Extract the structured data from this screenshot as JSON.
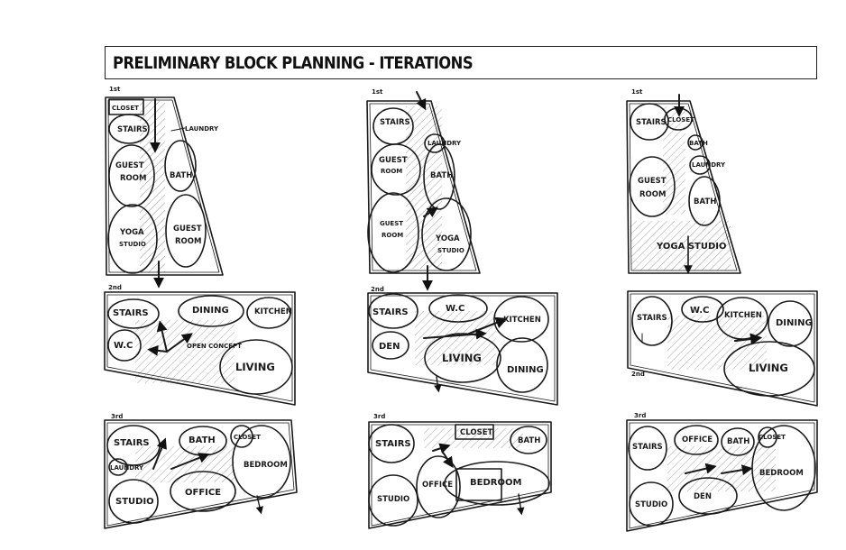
{
  "title": "PRELIMINARY BLOCK PLANNING - ITERATIONS",
  "iterations": [
    {
      "first": {
        "floor_label": "1st",
        "rooms": [
          "CLOSET",
          "STAIRS",
          "LAUNDRY",
          "GUEST",
          "ROOM",
          "BATH",
          "YOGA",
          "STUDIO",
          "GUEST",
          "ROOM"
        ]
      },
      "second": {
        "floor_label": "2nd",
        "rooms": [
          "STAIRS",
          "DINING",
          "KITCHEN",
          "W.C",
          "OPEN CONCEPT",
          "LIVING"
        ]
      },
      "third": {
        "floor_label": "3rd",
        "rooms": [
          "STAIRS",
          "BATH",
          "CLOSET",
          "LAUNDRY",
          "BEDROOM",
          "STUDIO",
          "OFFICE"
        ]
      }
    },
    {
      "first": {
        "floor_label": "1st",
        "rooms": [
          "STAIRS",
          "LAUNDRY",
          "GUEST",
          "ROOM",
          "BATH",
          "GUEST",
          "ROOM",
          "YOGA",
          "STUDIO"
        ]
      },
      "second": {
        "floor_label": "2nd",
        "rooms": [
          "STAIRS",
          "W.C",
          "KITCHEN",
          "DEN",
          "LIVING",
          "DINING"
        ]
      },
      "third": {
        "floor_label": "3rd",
        "rooms": [
          "STAIRS",
          "CLOSET",
          "BATH",
          "STUDIO",
          "OFFICE",
          "BEDROOM"
        ]
      }
    },
    {
      "first": {
        "floor_label": "1st",
        "rooms": [
          "STAIRS",
          "CLOSET",
          "BATH",
          "LAUNDRY",
          "GUEST",
          "ROOM",
          "BATH",
          "YOGA STUDIO"
        ]
      },
      "second": {
        "floor_label": "2nd",
        "rooms": [
          "STAIRS",
          "W.C",
          "KITCHEN",
          "DINING",
          "LIVING"
        ]
      },
      "third": {
        "floor_label": "3rd",
        "rooms": [
          "STAIRS",
          "OFFICE",
          "BATH",
          "CLOSET",
          "BEDROOM",
          "STUDIO",
          "DEN"
        ]
      }
    }
  ]
}
